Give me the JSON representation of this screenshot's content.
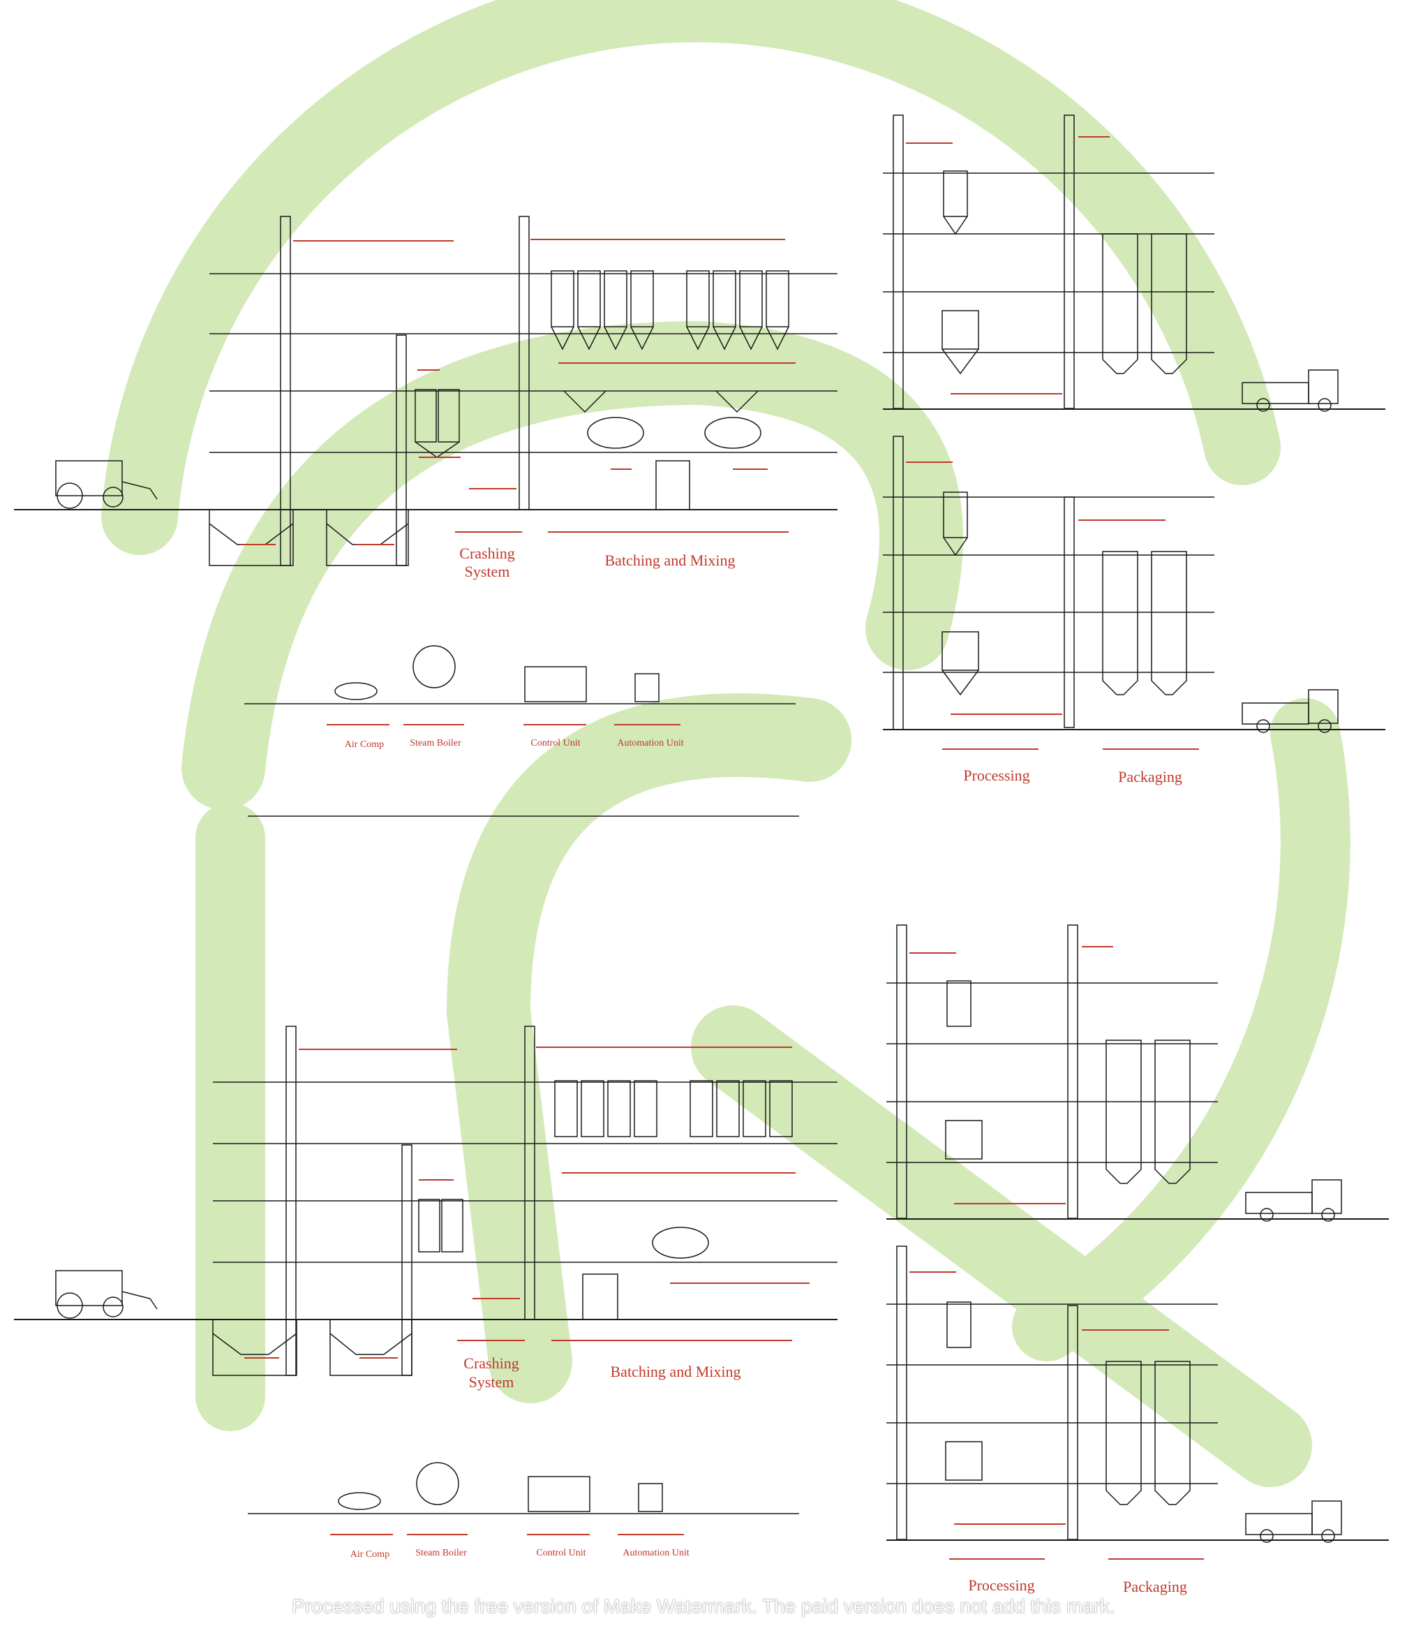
{
  "diagram": {
    "sections": {
      "crashing_line1": "Crashing",
      "crashing_line2": "System",
      "batching": "Batching and Mixing",
      "processing": "Processing",
      "packaging": "Packaging"
    },
    "utilities": {
      "air_comp": "Air Comp",
      "steam_boiler": "Steam Boiler",
      "control_unit": "Control Unit",
      "automation_unit": "Automation Unit"
    },
    "colors": {
      "accent_red": "#c0392b",
      "line": "#1a1a1a",
      "watermark_green": "#c9e3a8"
    }
  },
  "watermark": {
    "text": "Processed using the free version of Make Watermark. The paid version does not add this mark."
  }
}
